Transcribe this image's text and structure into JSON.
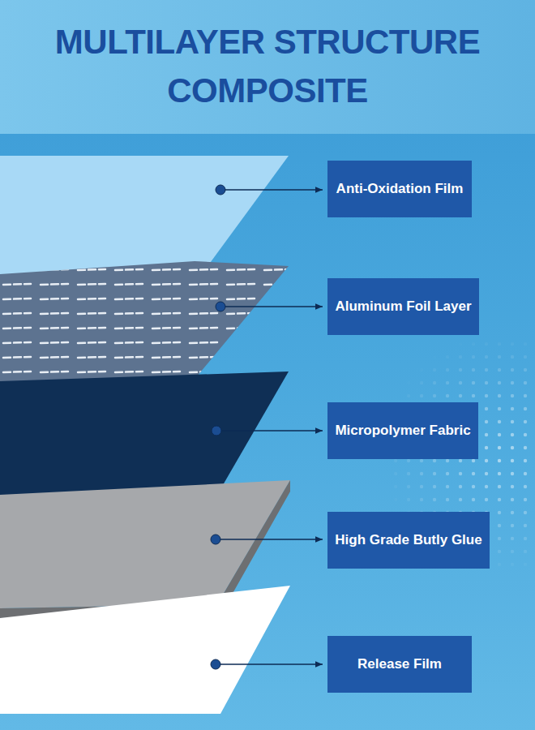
{
  "diagram": {
    "title": "MULTILAYER STRUCTURE COMPOSITE",
    "nodes": [
      {
        "text": [
          "Anti-Oxidation Film"
        ]
      },
      {
        "text": [
          "Aluminum Foil Layer"
        ]
      },
      {
        "text": [
          "Micropolymer Fabric"
        ]
      },
      {
        "text": [
          "High Grade Butly Glue"
        ]
      },
      {
        "text": [
          "Release Film"
        ]
      }
    ]
  }
}
